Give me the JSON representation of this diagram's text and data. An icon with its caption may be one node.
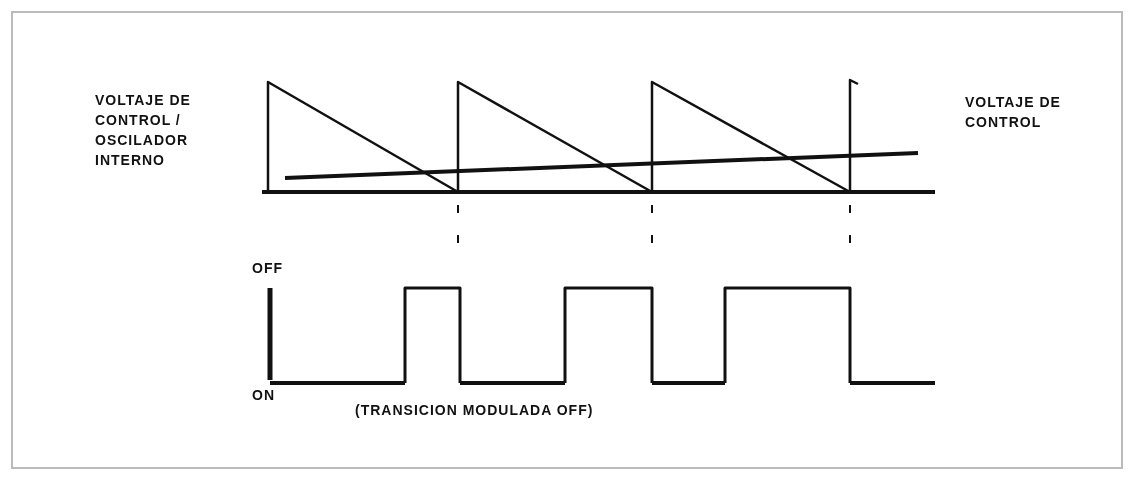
{
  "diagram": {
    "labels": [
      "VOLTAJE DE CONTROL / OSCILADOR INTERNO",
      "VOLTAJE DE CONTROL",
      "OFF",
      "ON",
      "(TRANSICION MODULADA OFF)"
    ]
  }
}
